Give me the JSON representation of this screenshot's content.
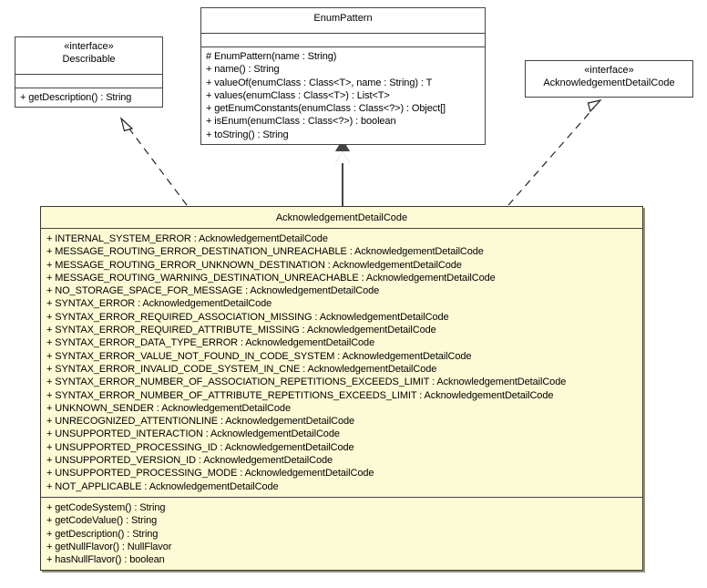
{
  "diagram": {
    "type": "uml-class-diagram",
    "background": "#ffffff",
    "accent_class_fill": "#fdfbd5",
    "line_color": "#444444"
  },
  "classes": {
    "describable": {
      "stereotype": "«interface»",
      "name": "Describable",
      "attributes": [],
      "operations": [
        "+ getDescription() : String"
      ]
    },
    "enum_pattern": {
      "stereotype": "",
      "name": "EnumPattern",
      "attributes": [],
      "operations": [
        "# EnumPattern(name : String)",
        "+ name() : String",
        "+ valueOf(enumClass : Class<T>, name : String) : T",
        "+ values(enumClass : Class<T>) : List<T>",
        "+ getEnumConstants(enumClass : Class<?>) : Object[]",
        "+ isEnum(enumClass : Class<?>) : boolean",
        "+ toString() : String"
      ]
    },
    "ack_interface": {
      "stereotype": "«interface»",
      "name": "AcknowledgementDetailCode"
    },
    "ack_enum": {
      "name": "AcknowledgementDetailCode",
      "attributes": [
        "+ INTERNAL_SYSTEM_ERROR : AcknowledgementDetailCode",
        "+ MESSAGE_ROUTING_ERROR_DESTINATION_UNREACHABLE : AcknowledgementDetailCode",
        "+ MESSAGE_ROUTING_ERROR_UNKNOWN_DESTINATION : AcknowledgementDetailCode",
        "+ MESSAGE_ROUTING_WARNING_DESTINATION_UNREACHABLE : AcknowledgementDetailCode",
        "+ NO_STORAGE_SPACE_FOR_MESSAGE : AcknowledgementDetailCode",
        "+ SYNTAX_ERROR : AcknowledgementDetailCode",
        "+ SYNTAX_ERROR_REQUIRED_ASSOCIATION_MISSING : AcknowledgementDetailCode",
        "+ SYNTAX_ERROR_REQUIRED_ATTRIBUTE_MISSING : AcknowledgementDetailCode",
        "+ SYNTAX_ERROR_DATA_TYPE_ERROR : AcknowledgementDetailCode",
        "+ SYNTAX_ERROR_VALUE_NOT_FOUND_IN_CODE_SYSTEM : AcknowledgementDetailCode",
        "+ SYNTAX_ERROR_INVALID_CODE_SYSTEM_IN_CNE : AcknowledgementDetailCode",
        "+ SYNTAX_ERROR_NUMBER_OF_ASSOCIATION_REPETITIONS_EXCEEDS_LIMIT : AcknowledgementDetailCode",
        "+ SYNTAX_ERROR_NUMBER_OF_ATTRIBUTE_REPETITIONS_EXCEEDS_LIMIT : AcknowledgementDetailCode",
        "+ UNKNOWN_SENDER : AcknowledgementDetailCode",
        "+ UNRECOGNIZED_ATTENTIONLINE : AcknowledgementDetailCode",
        "+ UNSUPPORTED_INTERACTION : AcknowledgementDetailCode",
        "+ UNSUPPORTED_PROCESSING_ID : AcknowledgementDetailCode",
        "+ UNSUPPORTED_VERSION_ID : AcknowledgementDetailCode",
        "+ UNSUPPORTED_PROCESSING_MODE : AcknowledgementDetailCode",
        "+ NOT_APPLICABLE : AcknowledgementDetailCode"
      ],
      "operations": [
        "+ getCodeSystem() : String",
        "+ getCodeValue() : String",
        "+ getDescription() : String",
        "+ getNullFlavor() : NullFlavor",
        "+ hasNullFlavor() : boolean"
      ]
    }
  },
  "relationships": [
    {
      "kind": "realization",
      "style": "dashed",
      "arrow": "hollow-open-arrow",
      "from": "ack_enum",
      "to": "describable"
    },
    {
      "kind": "generalization",
      "style": "solid",
      "arrow": "hollow-closed-triangle",
      "from": "ack_enum",
      "to": "enum_pattern"
    },
    {
      "kind": "realization",
      "style": "dashed",
      "arrow": "hollow-open-arrow",
      "from": "ack_enum",
      "to": "ack_interface"
    }
  ]
}
